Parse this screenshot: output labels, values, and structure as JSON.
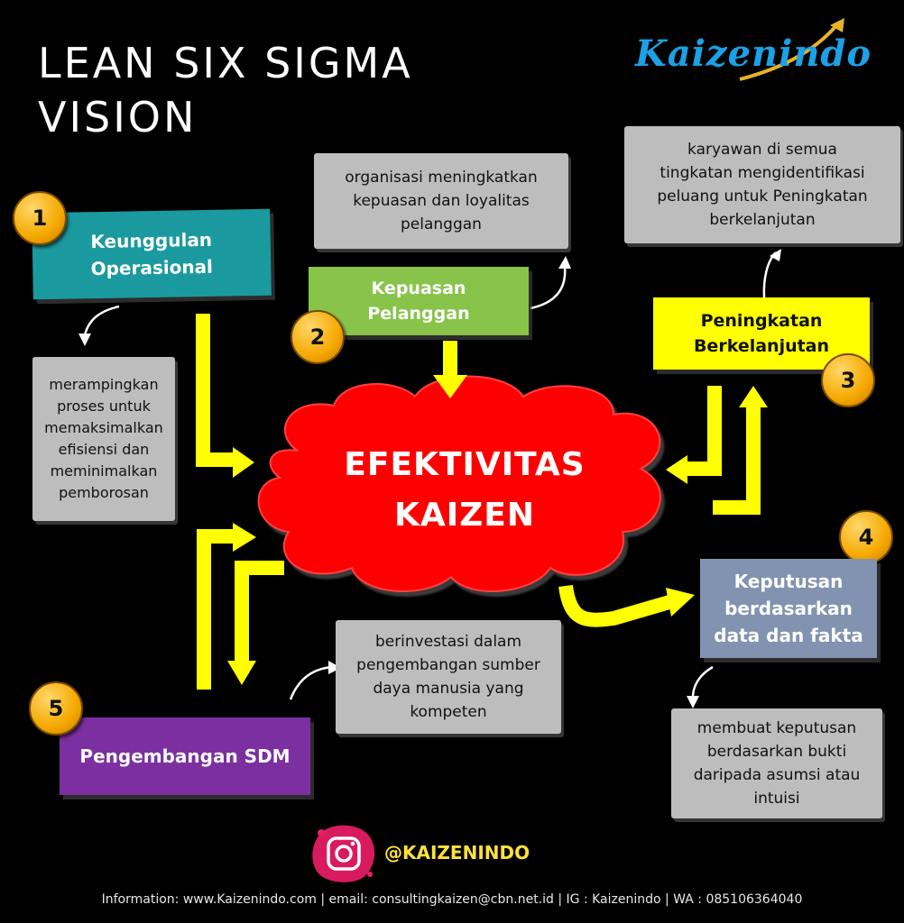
{
  "title": {
    "line1": "LEAN SIX SIGMA",
    "line2": "VISION"
  },
  "logo": {
    "text": "Kaizenindo"
  },
  "center": {
    "line1": "EFEKTIVITAS",
    "line2": "KAIZEN"
  },
  "nodes": [
    {
      "number": "1",
      "label_lines": [
        "Keunggulan",
        "Operasional"
      ],
      "color": "#1a9a9e",
      "description_lines": [
        "merampingkan",
        "proses untuk",
        "memaksimalkan",
        "efisiensi dan",
        "meminimalkan",
        "pemborosan"
      ]
    },
    {
      "number": "2",
      "label_lines": [
        "Kepuasan",
        "Pelanggan"
      ],
      "color": "#88c34a",
      "description_lines": [
        "organisasi meningkatkan",
        "kepuasan dan loyalitas",
        "pelanggan"
      ]
    },
    {
      "number": "3",
      "label_lines": [
        "Peningkatan",
        "Berkelanjutan"
      ],
      "color": "#ffff00",
      "description_lines": [
        "karyawan di semua",
        "tingkatan mengidentifikasi",
        "peluang untuk Peningkatan",
        "berkelanjutan"
      ]
    },
    {
      "number": "4",
      "label_lines": [
        "Keputusan",
        "berdasarkan",
        "data dan fakta"
      ],
      "color": "#8193b0",
      "description_lines": [
        "membuat keputusan",
        "berdasarkan bukti",
        "daripada asumsi atau",
        "intuisi"
      ]
    },
    {
      "number": "5",
      "label_lines": [
        "Pengembangan SDM"
      ],
      "color": "#7b2fa0",
      "description_lines": [
        "berinvestasi dalam",
        "pengembangan sumber",
        "daya manusia  yang",
        "kompeten"
      ]
    }
  ],
  "colors": {
    "arrow": "#ffff00",
    "cloud": "#ff0000",
    "badge": "#f5a800",
    "gray_box": "#bdbdbd",
    "handle": "#ffe13a"
  },
  "social": {
    "icon": "instagram-icon",
    "handle": "@KAIZENINDO"
  },
  "footer": "Information: www.Kaizenindo.com | email: consultingkaizen@cbn.net.id | IG : Kaizenindo | WA : 085106364040"
}
